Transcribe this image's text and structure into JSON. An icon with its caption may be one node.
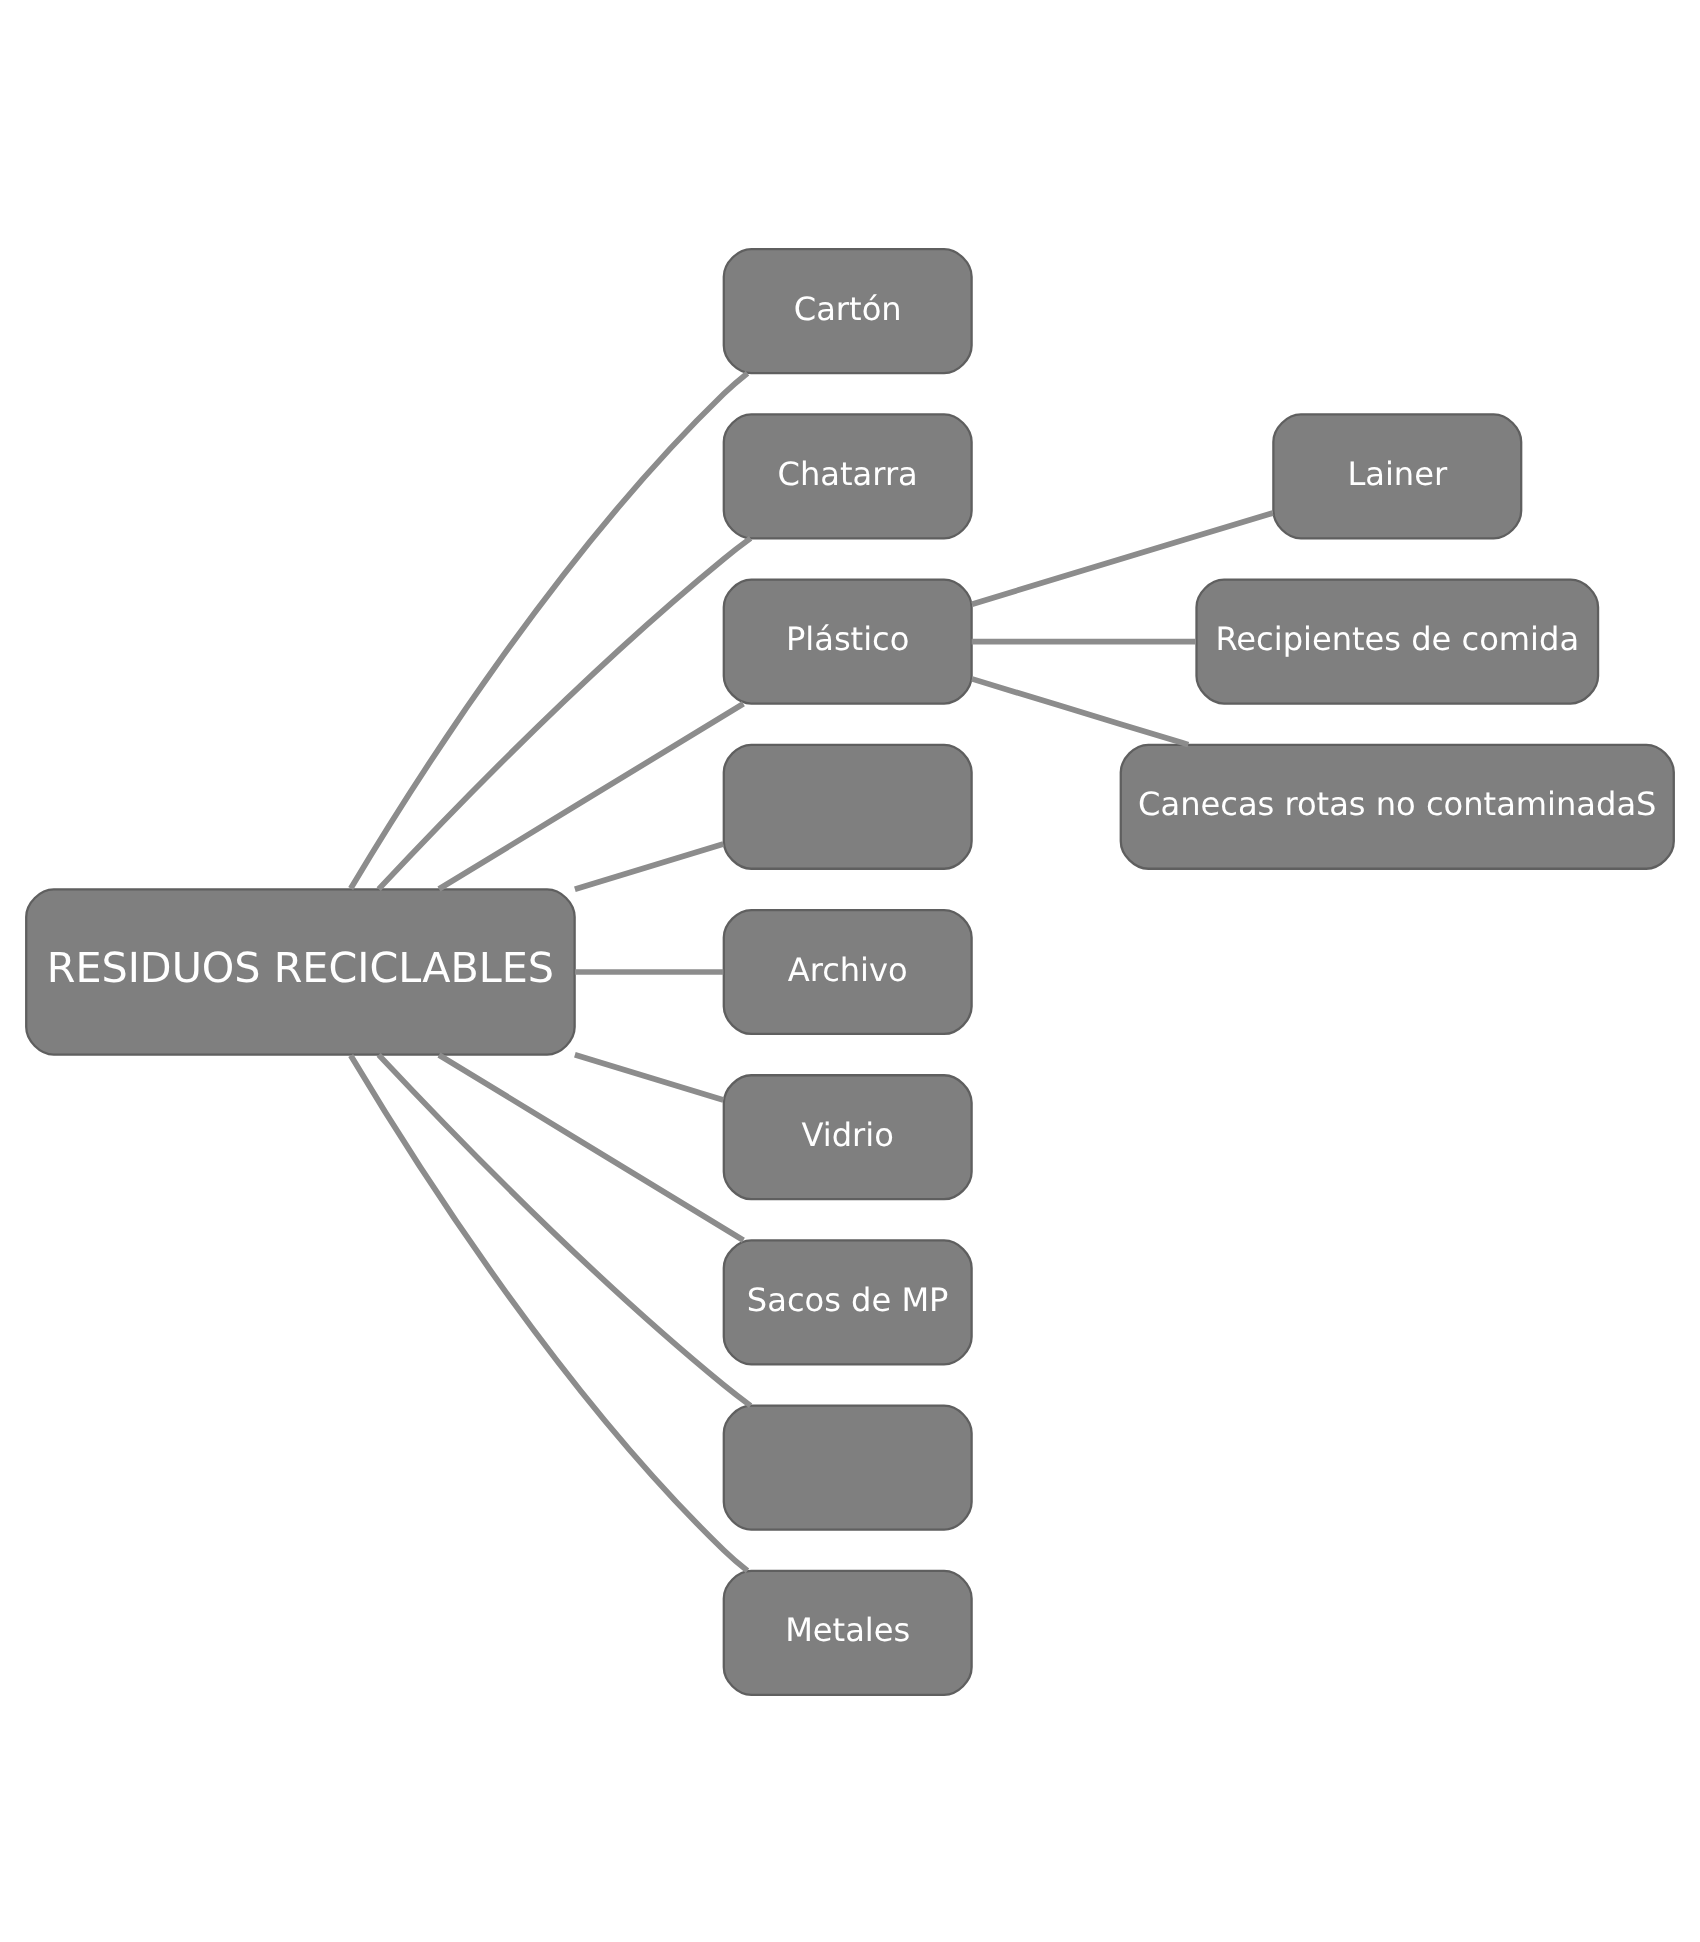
{
  "diagram": {
    "nodes": [
      {
        "text": [
          "RESIDUOS RECICLABLES"
        ]
      },
      {
        "text": [
          "Cartón"
        ]
      },
      {
        "text": [
          "Chatarra"
        ]
      },
      {
        "text": [
          "Plástico"
        ]
      },
      {
        "text": [
          "Lainer"
        ]
      },
      {
        "text": [
          "Recipientes de comida"
        ]
      },
      {
        "text": [
          "Canecas rotas no contaminadaS"
        ]
      },
      {
        "text": [],
        "shape": "box"
      },
      {
        "text": [
          "Archivo"
        ]
      },
      {
        "text": [
          "Vidrio"
        ]
      },
      {
        "text": [
          "Sacos de MP"
        ]
      },
      {
        "text": [],
        "shape": "box"
      },
      {
        "text": [
          "Metales"
        ]
      }
    ],
    "edges": [
      {
        "from": 0,
        "to": 1,
        "arrow": "none"
      },
      {
        "from": 0,
        "to": 2,
        "arrow": "none"
      },
      {
        "from": 0,
        "to": 3,
        "arrow": "none"
      },
      {
        "from": 3,
        "to": 4,
        "arrow": "none"
      },
      {
        "from": 3,
        "to": 5,
        "arrow": "none"
      },
      {
        "from": 3,
        "to": 6,
        "arrow": "none"
      },
      {
        "from": 0,
        "to": 7,
        "arrow": "none"
      },
      {
        "from": 0,
        "to": 8,
        "arrow": "none"
      },
      {
        "from": 0,
        "to": 9,
        "arrow": "none"
      },
      {
        "from": 0,
        "to": 10,
        "arrow": "none"
      },
      {
        "from": 0,
        "to": 11,
        "arrow": "none"
      },
      {
        "from": 0,
        "to": 12,
        "arrow": "none"
      }
    ]
  }
}
